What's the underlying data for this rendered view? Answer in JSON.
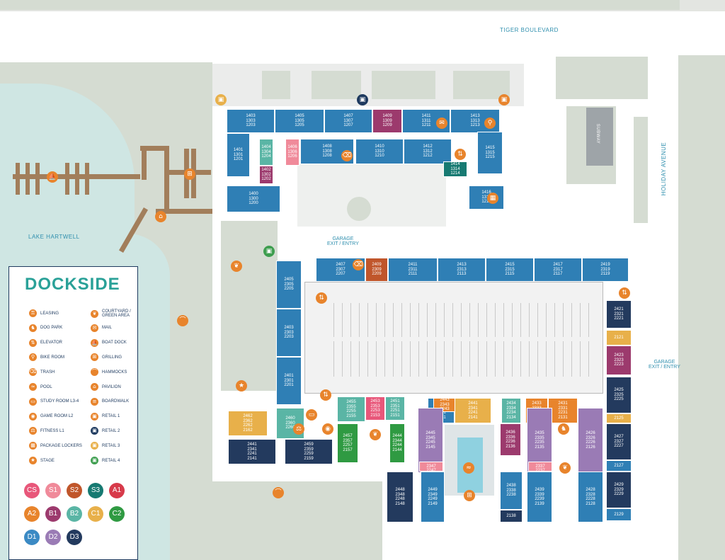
{
  "roads": {
    "tiger_boulevard": "TIGER BOULEVARD",
    "holiday_avenue": "HOLIDAY AVENUE",
    "lake": "LAKE HARTWELL",
    "subway": "SUBWAY"
  },
  "garage": {
    "top_exit": "GARAGE\nEXIT / ENTRY",
    "right_exit": "GARAGE\nEXIT / ENTRY"
  },
  "legend": {
    "title": "DOCKSIDE",
    "items_left": [
      {
        "label": "LEASING",
        "icon": "key-icon"
      },
      {
        "label": "DOG PARK",
        "icon": "dog-icon"
      },
      {
        "label": "ELEVATOR",
        "icon": "elevator-icon"
      },
      {
        "label": "BIKE ROOM",
        "icon": "bike-icon"
      },
      {
        "label": "TRASH",
        "icon": "trash-icon"
      },
      {
        "label": "POOL",
        "icon": "pool-icon"
      },
      {
        "label": "STUDY ROOM L3-4",
        "icon": "study-icon"
      },
      {
        "label": "GAME ROOM L2",
        "icon": "game-icon"
      },
      {
        "label": "FITNESS L1",
        "icon": "fitness-icon"
      },
      {
        "label": "PACKAGE LOCKERS",
        "icon": "package-icon"
      },
      {
        "label": "STAGE",
        "icon": "star-icon"
      }
    ],
    "items_right": [
      {
        "label": "COURTYARD /\nGREEN AREA",
        "icon": "leaf-icon"
      },
      {
        "label": "MAIL",
        "icon": "mail-icon"
      },
      {
        "label": "BOAT DOCK",
        "icon": "boat-icon"
      },
      {
        "label": "GRILLING",
        "icon": "grill-icon"
      },
      {
        "label": "HAMMOCKS",
        "icon": "hammock-icon"
      },
      {
        "label": "PAVILION",
        "icon": "pavilion-icon"
      },
      {
        "label": "BOARDWALK",
        "icon": "boardwalk-icon"
      },
      {
        "label": "RETAIL 1",
        "icon": "retail-bag-icon"
      },
      {
        "label": "RETAIL 2",
        "icon": "retail-bag-icon"
      },
      {
        "label": "RETAIL 3",
        "icon": "retail-bag-icon"
      },
      {
        "label": "RETAIL 4",
        "icon": "retail-bag-icon"
      }
    ],
    "retail_colors": [
      "#e8842c",
      "#1e3a5f",
      "#e8b04a",
      "#3e9e4f"
    ],
    "unit_types": [
      {
        "code": "CS",
        "color": "#e8577a"
      },
      {
        "code": "S1",
        "color": "#f08a9a"
      },
      {
        "code": "S2",
        "color": "#c0562b"
      },
      {
        "code": "S3",
        "color": "#177a72"
      },
      {
        "code": "A1",
        "color": "#d73a4a"
      },
      {
        "code": "A2",
        "color": "#e8842c"
      },
      {
        "code": "B1",
        "color": "#9c3a6d"
      },
      {
        "code": "B2",
        "color": "#5ab5a5"
      },
      {
        "code": "C1",
        "color": "#e8b04a"
      },
      {
        "code": "C2",
        "color": "#2f9a42"
      },
      {
        "code": "D1",
        "color": "#3b8ac4"
      },
      {
        "code": "D2",
        "color": "#9a7bb5"
      },
      {
        "code": "D3",
        "color": "#233a5e"
      }
    ]
  },
  "units": [
    {
      "label": "1403\n1303\n1203",
      "color": "#2f7fb5"
    },
    {
      "label": "1405\n1305\n1205",
      "color": "#2f7fb5"
    },
    {
      "label": "1407\n1307\n1207",
      "color": "#2f7fb5"
    },
    {
      "label": "1409\n1309\n1209",
      "color": "#9c3a6d"
    },
    {
      "label": "1411\n1311\n1211",
      "color": "#2f7fb5"
    },
    {
      "label": "1413\n1313\n1213",
      "color": "#2f7fb5"
    },
    {
      "label": "1401\n1301\n1201",
      "color": "#2f7fb5"
    },
    {
      "label": "1404\n1304\n1204",
      "color": "#5ab5a5"
    },
    {
      "label": "1406\n1306\n1206",
      "color": "#f08a9a"
    },
    {
      "label": "1408\n1308\n1208",
      "color": "#2f7fb5"
    },
    {
      "label": "1410\n1310\n1210",
      "color": "#2f7fb5"
    },
    {
      "label": "1412\n1312\n1212",
      "color": "#2f7fb5"
    },
    {
      "label": "1415\n1315\n1215",
      "color": "#2f7fb5"
    },
    {
      "label": "1402\n1302\n1202",
      "color": "#9c3a6d"
    },
    {
      "label": "1414\n1314\n1214",
      "color": "#177a72"
    },
    {
      "label": "1400\n1300\n1200",
      "color": "#2f7fb5"
    },
    {
      "label": "1416\n1316\n1216",
      "color": "#2f7fb5"
    },
    {
      "label": "2407\n2307\n2207",
      "color": "#2f7fb5"
    },
    {
      "label": "2409\n2309\n2209",
      "color": "#c0562b"
    },
    {
      "label": "2411\n2311\n2111",
      "color": "#2f7fb5"
    },
    {
      "label": "2413\n2313\n2113",
      "color": "#2f7fb5"
    },
    {
      "label": "2415\n2315\n2115",
      "color": "#2f7fb5"
    },
    {
      "label": "2417\n2317\n2117",
      "color": "#2f7fb5"
    },
    {
      "label": "2419\n2319\n2119",
      "color": "#2f7fb5"
    },
    {
      "label": "2405\n2305\n2205",
      "color": "#2f7fb5"
    },
    {
      "label": "2403\n2303\n2203",
      "color": "#2f7fb5"
    },
    {
      "label": "2401\n2301\n2201",
      "color": "#2f7fb5"
    },
    {
      "label": "2421\n2321\n2221",
      "color": "#233a5e"
    },
    {
      "label": "2121",
      "color": "#e8b04a"
    },
    {
      "label": "2423\n2323\n2223",
      "color": "#9c3a6d"
    },
    {
      "label": "2425\n2325\n2225",
      "color": "#233a5e"
    },
    {
      "label": "2125",
      "color": "#e8b04a"
    },
    {
      "label": "2427\n2327\n2227",
      "color": "#233a5e"
    },
    {
      "label": "2127",
      "color": "#2f7fb5"
    },
    {
      "label": "2429\n2329\n2229",
      "color": "#233a5e"
    },
    {
      "label": "2129",
      "color": "#2f7fb5"
    },
    {
      "label": "2462\n2362\n2262\n2162",
      "color": "#e8b04a"
    },
    {
      "label": "2460\n2360\n2260",
      "color": "#5ab5a5"
    },
    {
      "label": "2455\n2355\n2255\n2155",
      "color": "#5ab5a5"
    },
    {
      "label": "2453\n2353\n2253\n2153",
      "color": "#e8577a"
    },
    {
      "label": "2451\n2351\n2251\n2151",
      "color": "#5ab5a5"
    },
    {
      "label": "2457\n2357\n2257\n2157",
      "color": "#2f9a42"
    },
    {
      "label": "2444\n2344\n2244\n2144",
      "color": "#2f9a42"
    },
    {
      "label": "2441\n2341\n2241\n2141",
      "color": "#2f7fb5"
    },
    {
      "label": "2443\n2343\n2243",
      "color": "#e8842c"
    },
    {
      "label": "2441\n2341\n2241\n2141",
      "color": "#e8b04a"
    },
    {
      "label": "2434\n2334\n2234\n2134",
      "color": "#5ab5a5"
    },
    {
      "label": "2433\n2333\n2233\n2133",
      "color": "#e8842c"
    },
    {
      "label": "2431\n2331\n2231\n2131",
      "color": "#e8842c"
    },
    {
      "label": "2445\n2345\n2245\n2145",
      "color": "#9a7bb5"
    },
    {
      "label": "2436\n2336\n2236\n2136",
      "color": "#9c3a6d"
    },
    {
      "label": "2435\n2335\n2235\n2135",
      "color": "#9a7bb5"
    },
    {
      "label": "2426\n2326\n2226\n2126",
      "color": "#9a7bb5"
    },
    {
      "label": "2441\n2341\n2241\n2141",
      "color": "#233a5e"
    },
    {
      "label": "2459\n2359\n2259\n2159",
      "color": "#233a5e"
    },
    {
      "label": "2448\n2348\n2248\n2148",
      "color": "#233a5e"
    },
    {
      "label": "2449\n2349\n2249\n2149",
      "color": "#2f7fb5"
    },
    {
      "label": "2438\n2338\n2238",
      "color": "#2f7fb5"
    },
    {
      "label": "2138",
      "color": "#233a5e"
    },
    {
      "label": "2439\n2339\n2239\n2139",
      "color": "#2f7fb5"
    },
    {
      "label": "2428\n2328\n2228\n2128",
      "color": "#2f7fb5"
    },
    {
      "label": "2447\n2347\n2247",
      "color": "#f08a9a"
    },
    {
      "label": "2437\n2337\n2237",
      "color": "#f08a9a"
    }
  ]
}
